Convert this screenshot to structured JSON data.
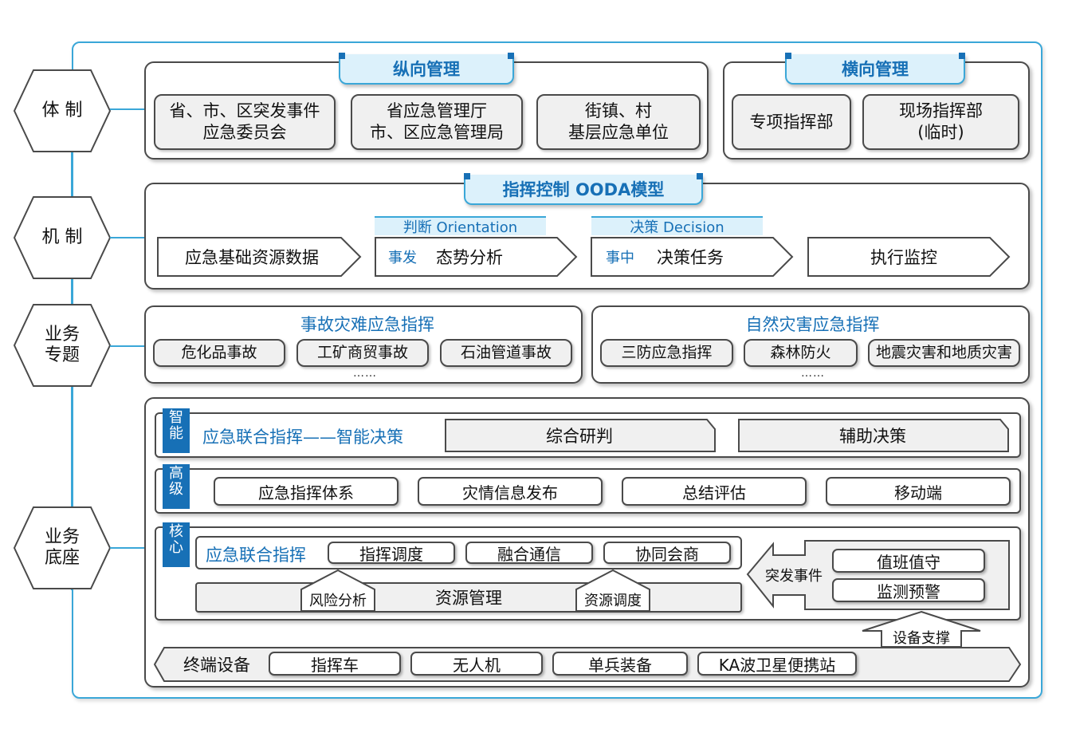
{
  "layers": {
    "system": "体 制",
    "mechanism": "机 制",
    "topics": "业务\n专题",
    "base": "业务\n底座"
  },
  "system": {
    "vertical_title": "纵向管理",
    "horizontal_title": "横向管理",
    "vertical_boxes": [
      "省、市、区突发事件\n应急委员会",
      "省应急管理厅\n市、区应急管理局",
      "街镇、村\n基层应急单位"
    ],
    "horizontal_boxes": [
      "专项指挥部",
      "现场指挥部\n(临时)"
    ]
  },
  "mechanism": {
    "title": "指挥控制 OODA模型",
    "steps": [
      "应急基础资源数据",
      "态势分析",
      "决策任务",
      "执行监控"
    ],
    "orientation_tag": "判断 Orientation",
    "decision_tag": "决策 Decision",
    "before_label": "事发",
    "during_label": "事中"
  },
  "topics": {
    "accident_title": "事故灾难应急指挥",
    "accident_items": [
      "危化品事故",
      "工矿商贸事故",
      "石油管道事故"
    ],
    "natural_title": "自然灾害应急指挥",
    "natural_items": [
      "三防应急指挥",
      "森林防火",
      "地震灾害和地质灾害"
    ],
    "ellipsis": "……"
  },
  "base": {
    "smart_ribbon": "智\n能",
    "smart_title": "应急联合指挥——智能决策",
    "smart_items": [
      "综合研判",
      "辅助决策"
    ],
    "advanced_ribbon": "高\n级",
    "advanced_items": [
      "应急指挥体系",
      "灾情信息发布",
      "总结评估",
      "移动端"
    ],
    "core_ribbon": "核\n心",
    "core_title": "应急联合指挥",
    "core_items": [
      "指挥调度",
      "融合通信",
      "协同会商"
    ],
    "resource_mgmt": "资源管理",
    "risk_analysis": "风险分析",
    "resource_dispatch": "资源调度",
    "incident": "突发事件",
    "duty": "值班值守",
    "monitoring": "监测预警",
    "equipment_support": "设备支撑",
    "terminal_label": "终端设备",
    "terminal_items": [
      "指挥车",
      "无人机",
      "单兵装备",
      "KA波卫星便携站"
    ]
  },
  "colors": {
    "accent_blue": "#3aa7d8",
    "title_blue": "#1770b6",
    "tab_fill": "#dcf1fb",
    "box_gray": "#f0f0f0"
  }
}
